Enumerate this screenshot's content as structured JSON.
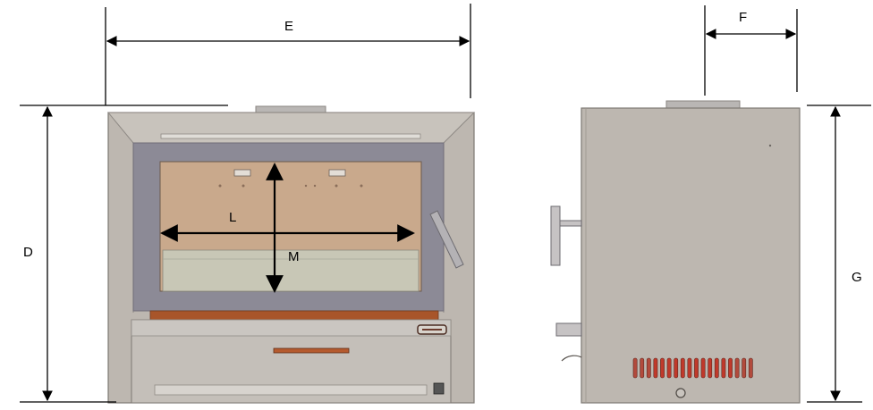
{
  "dimensions": {
    "E": "E",
    "F": "F",
    "D": "D",
    "G": "G",
    "L": "L",
    "M": "M"
  },
  "colors": {
    "stove_body": "#bdb7b0",
    "stove_frame": "#b7b1aa",
    "door_frame": "#8c8a96",
    "glass": "#c9a98c",
    "copper": "#a8552a",
    "vent_red": "#b24a3c",
    "line": "#000000"
  }
}
